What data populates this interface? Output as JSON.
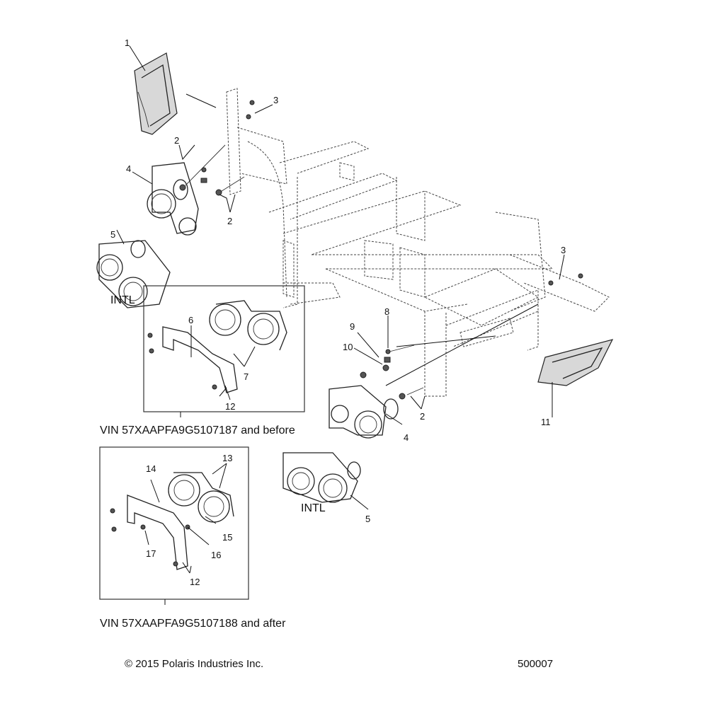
{
  "callouts": {
    "c1": "1",
    "c2a": "2",
    "c2b": "2",
    "c2c": "2",
    "c3a": "3",
    "c3b": "3",
    "c4a": "4",
    "c4b": "4",
    "c5a": "5",
    "c5b": "5",
    "c6": "6",
    "c7": "7",
    "c8": "8",
    "c9": "9",
    "c10": "10",
    "c11": "11",
    "c12a": "12",
    "c12b": "12",
    "c13": "13",
    "c14": "14",
    "c15": "15",
    "c16": "16",
    "c17": "17"
  },
  "notes": {
    "intl_left": "INTL",
    "intl_right": "INTL",
    "vin_before": "VIN 57XAAPFA9G5107187 and before",
    "vin_after": "VIN 57XAAPFA9G5107188 and after",
    "copyright": "© 2015 Polaris Industries Inc.",
    "diagram_number": "500007"
  }
}
